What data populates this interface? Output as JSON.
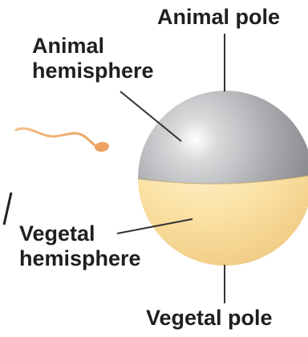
{
  "labels": {
    "animal_pole": "Animal pole",
    "animal_hemisphere": [
      "Animal",
      "hemisphere"
    ],
    "vegetal_hemisphere": [
      "Vegetal",
      "hemisphere"
    ],
    "vegetal_pole": "Vegetal pole"
  },
  "colors": {
    "animal_hemisphere": "#9a9c9f",
    "vegetal_hemisphere": "#f9dd9a",
    "sperm": "#f0b072",
    "leader_lines": "#333333",
    "text": "#1f1f1f"
  },
  "icons": [
    "egg-sphere",
    "sperm-icon"
  ]
}
